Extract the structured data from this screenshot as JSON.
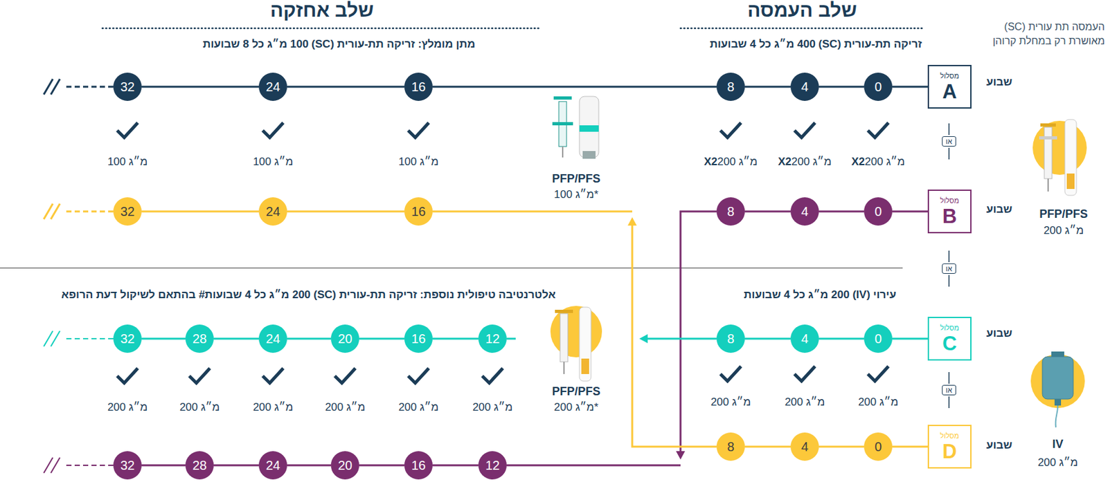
{
  "diagram": {
    "nodes": [
      {
        "text": [
          "מסלול",
          "A"
        ]
      },
      {
        "text": [
          "0"
        ]
      },
      {
        "text": [
          "4"
        ]
      },
      {
        "text": [
          "8"
        ]
      },
      {
        "text": [
          "16"
        ]
      },
      {
        "text": [
          "24"
        ]
      },
      {
        "text": [
          "32"
        ]
      },
      {
        "text": [
          "מסלול",
          "B"
        ]
      },
      {
        "text": [
          "0"
        ]
      },
      {
        "text": [
          "4"
        ]
      },
      {
        "text": [
          "8"
        ]
      },
      {
        "text": [
          "16"
        ]
      },
      {
        "text": [
          "24"
        ]
      },
      {
        "text": [
          "32"
        ]
      },
      {
        "text": [
          "מסלול",
          "C"
        ]
      },
      {
        "text": [
          "0"
        ]
      },
      {
        "text": [
          "4"
        ]
      },
      {
        "text": [
          "8"
        ]
      },
      {
        "text": [
          "12"
        ]
      },
      {
        "text": [
          "16"
        ]
      },
      {
        "text": [
          "20"
        ]
      },
      {
        "text": [
          "24"
        ]
      },
      {
        "text": [
          "28"
        ]
      },
      {
        "text": [
          "32"
        ]
      },
      {
        "text": [
          "מסלול",
          "D"
        ]
      },
      {
        "text": [
          "0"
        ]
      },
      {
        "text": [
          "4"
        ]
      },
      {
        "text": [
          "8"
        ]
      },
      {
        "text": [
          "12"
        ]
      },
      {
        "text": [
          "16"
        ]
      },
      {
        "text": [
          "20"
        ]
      },
      {
        "text": [
          "24"
        ]
      },
      {
        "text": [
          "28"
        ]
      },
      {
        "text": [
          "32"
        ]
      }
    ],
    "edges": [
      {
        "from": 0,
        "to": 1,
        "arrow": "none"
      },
      {
        "from": 1,
        "to": 2,
        "arrow": "none"
      },
      {
        "from": 2,
        "to": 3,
        "arrow": "none"
      },
      {
        "from": 3,
        "to": 4,
        "arrow": "none"
      },
      {
        "from": 4,
        "to": 5,
        "arrow": "none"
      },
      {
        "from": 5,
        "to": 6,
        "arrow": "none"
      },
      {
        "from": 7,
        "to": 8,
        "arrow": "none"
      },
      {
        "from": 8,
        "to": 9,
        "arrow": "none"
      },
      {
        "from": 9,
        "to": 10,
        "arrow": "none"
      },
      {
        "from": 10,
        "to": 28,
        "arrow": "to"
      },
      {
        "from": 11,
        "to": 12,
        "arrow": "none"
      },
      {
        "from": 12,
        "to": 13,
        "arrow": "none"
      },
      {
        "from": 14,
        "to": 15,
        "arrow": "none"
      },
      {
        "from": 15,
        "to": 16,
        "arrow": "none"
      },
      {
        "from": 16,
        "to": 17,
        "arrow": "none"
      },
      {
        "from": 17,
        "to": 18,
        "arrow": "to"
      },
      {
        "from": 18,
        "to": 19,
        "arrow": "none"
      },
      {
        "from": 19,
        "to": 20,
        "arrow": "none"
      },
      {
        "from": 20,
        "to": 21,
        "arrow": "none"
      },
      {
        "from": 21,
        "to": 22,
        "arrow": "none"
      },
      {
        "from": 22,
        "to": 23,
        "arrow": "none"
      },
      {
        "from": 24,
        "to": 25,
        "arrow": "none"
      },
      {
        "from": 25,
        "to": 26,
        "arrow": "none"
      },
      {
        "from": 26,
        "to": 27,
        "arrow": "none"
      },
      {
        "from": 27,
        "to": 11,
        "arrow": "to"
      },
      {
        "from": 28,
        "to": 29,
        "arrow": "none"
      },
      {
        "from": 29,
        "to": 30,
        "arrow": "none"
      },
      {
        "from": 30,
        "to": 31,
        "arrow": "none"
      },
      {
        "from": 31,
        "to": 32,
        "arrow": "none"
      },
      {
        "from": 32,
        "to": 33,
        "arrow": "none"
      }
    ],
    "labels": [
      "העמסה תת עורית (SC) מאושרת רק במחלת קרוהן",
      "שלב אחזקה",
      "שלב העמסה",
      "מתן מומלץ: זריקה תת-עורית (SC) 100 מ״ג כל 8 שבועות",
      "זריקה תת-עורית (SC) 400 מ״ג כל 4 שבועות",
      "שבוע",
      "X2",
      "200 מ״ג",
      "X2",
      "200 מ״ג",
      "X2",
      "200 מ״ג",
      "PFP/PFS",
      "100 מ״ג*",
      "100 מ״ג",
      "100 מ״ג",
      "100 מ״ג",
      "או",
      "שבוע",
      "PFP/PFS",
      "200 מ״ג",
      "או",
      "עירוי (IV) 200 מ״ג כל 4 שבועות",
      "אלטרנטיבה טיפולית נוספת: זריקה תת-עורית (SC) 200 מ״ג כל 4 שבועות# בהתאם לשיקול דעת הרופא",
      "שבוע",
      "200 מ״ג",
      "200 מ״ג",
      "200 מ״ג",
      "PFP/PFS",
      "200 מ״ג*",
      "200 מ״ג",
      "200 מ״ג",
      "200 מ״ג",
      "200 מ״ג",
      "200 מ״ג",
      "200 מ״ג",
      "או",
      "IV",
      "200 מ״ג",
      "שבוע"
    ]
  }
}
